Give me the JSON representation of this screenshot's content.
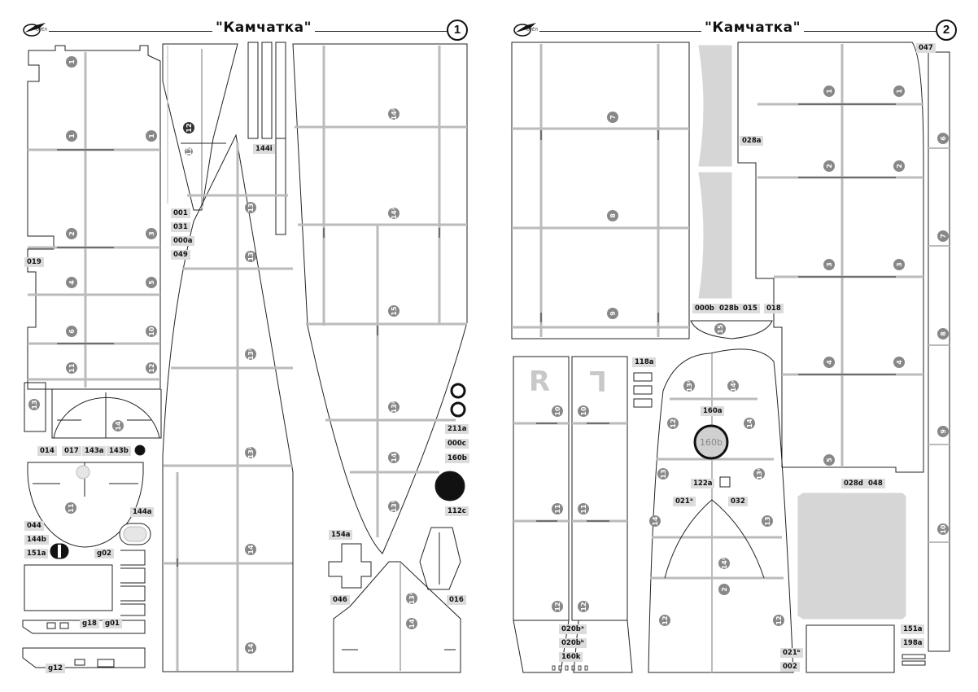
{
  "sheet_left": {
    "logo_text": "ОРЁЛ",
    "title": "\"Камчатка\"",
    "page_number": "1",
    "part_tags": [
      "001",
      "031",
      "000a",
      "049",
      "019",
      "014",
      "017",
      "143a",
      "143b",
      "044",
      "144b",
      "151a",
      "g02",
      "144a",
      "g18",
      "g01",
      "g12",
      "144i",
      "211a",
      "000c",
      "160b",
      "112c",
      "154a",
      "046",
      "016"
    ],
    "part_numbers": [
      "1",
      "1",
      "1",
      "2",
      "3",
      "4",
      "5",
      "6",
      "10",
      "11",
      "12",
      "13",
      "14",
      "11",
      "12",
      "12",
      "13",
      "13",
      "13²",
      "13²",
      "14",
      "14",
      "14²",
      "14²",
      "15",
      "13²",
      "14",
      "13³",
      "13²",
      "14",
      "11",
      "12²",
      "13",
      "13"
    ]
  },
  "sheet_right": {
    "logo_text": "ОРЁЛ",
    "title": "\"Камчатка\"",
    "page_number": "2",
    "part_tags": [
      "047",
      "028a",
      "000b",
      "028b",
      "015",
      "018",
      "118a",
      "160a",
      "122a",
      "021ᵃ",
      "032",
      "028d",
      "048",
      "020bᵃ",
      "020bᵇ",
      "160k",
      "151a",
      "198a",
      "021ᵇ",
      "002"
    ],
    "part_numbers": [
      "7",
      "8",
      "9",
      "15",
      "10",
      "10",
      "11",
      "11",
      "12",
      "12",
      "1",
      "1",
      "2",
      "2",
      "3",
      "3",
      "4",
      "4",
      "5",
      "6",
      "7",
      "8",
      "9",
      "10",
      "12",
      "12",
      "12",
      "14",
      "14",
      "13",
      "13",
      "13²",
      "13²",
      "14²",
      "14²",
      "2",
      "2"
    ],
    "letters": [
      "R",
      "L"
    ],
    "disc_label": "160b"
  }
}
